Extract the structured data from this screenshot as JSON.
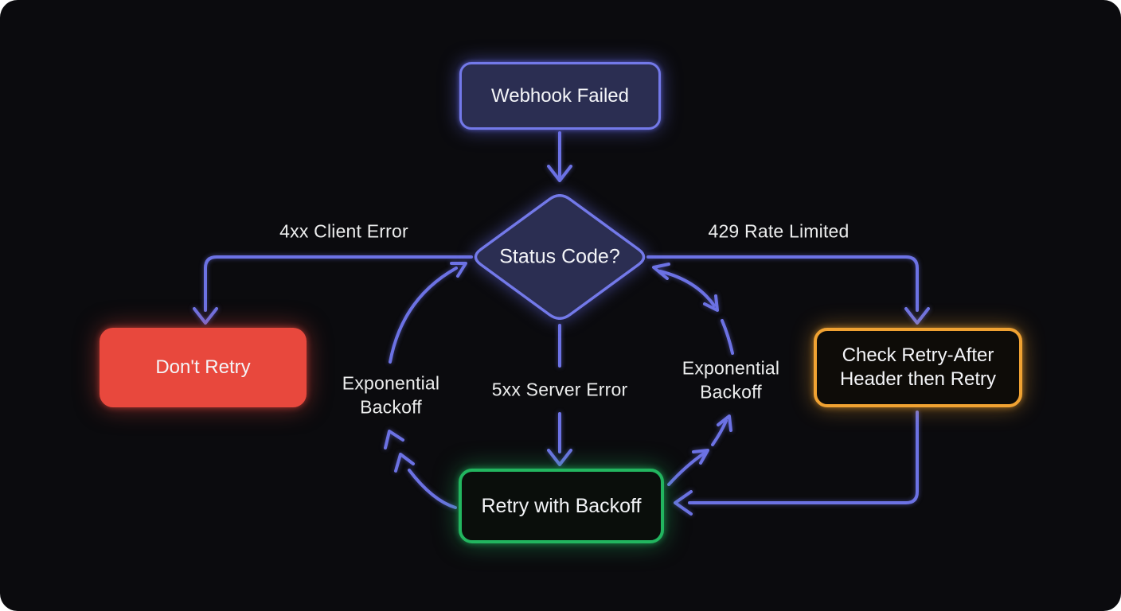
{
  "diagram": {
    "title_hint": "Webhook retry decision flowchart",
    "nodes": {
      "webhook_failed": {
        "label": "Webhook Failed",
        "border_color": "#7379e9",
        "fill_color": "#2b2e52"
      },
      "status_code": {
        "label": "Status Code?",
        "border_color": "#7379e9",
        "fill_color": "#2b2e52",
        "shape": "diamond"
      },
      "dont_retry": {
        "label": "Don't Retry",
        "fill_color": "#e8483d"
      },
      "check_retry_after": {
        "label": "Check Retry-After Header then Retry",
        "border_color": "#f0a232",
        "fill_color": "#0e0c08"
      },
      "retry_with_backoff": {
        "label": "Retry with Backoff",
        "border_color": "#22b55f",
        "fill_color": "#0a0e0b"
      }
    },
    "edge_labels": {
      "client_error": "4xx Client Error",
      "rate_limited": "429 Rate Limited",
      "server_error": "5xx Server Error",
      "backoff_left": "Exponential Backoff",
      "backoff_right": "Exponential Backoff"
    },
    "colors": {
      "background": "#0b0b0e",
      "connector": "#6c72e4",
      "text": "#f4f5f8",
      "red": "#e8483d",
      "green": "#22b55f",
      "orange": "#f0a232",
      "indigo": "#7379e9"
    }
  }
}
